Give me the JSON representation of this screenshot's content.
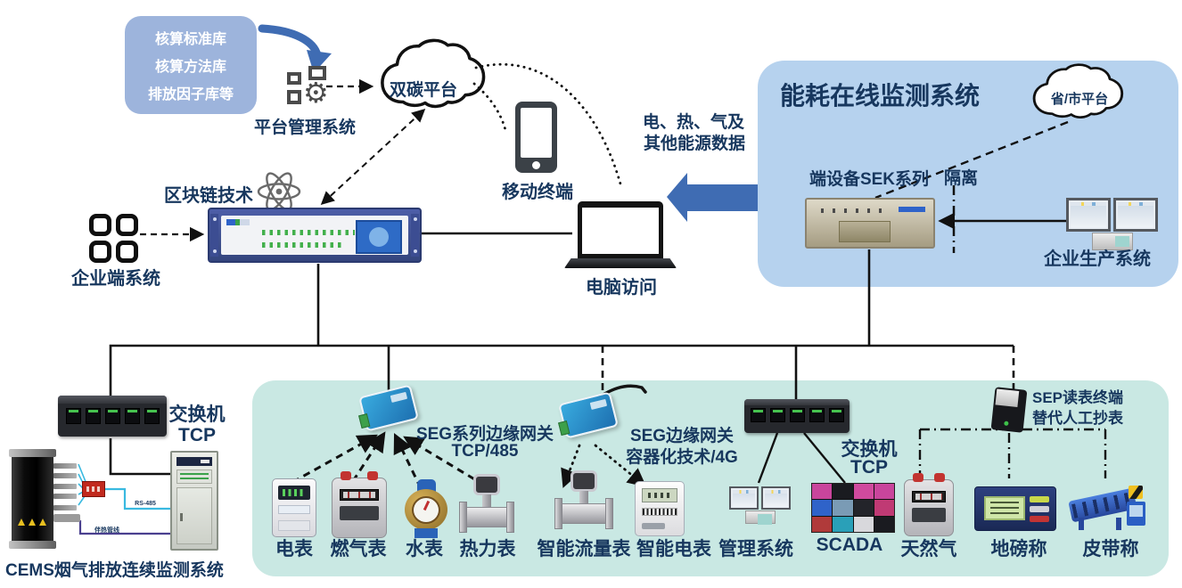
{
  "colors": {
    "navy_text": "#17375e",
    "energy_panel_fill": "#b6d2ee",
    "device_panel_fill": "#c9e8e3",
    "library_box_fill": "#9db4dc",
    "arrow_blue": "#3f6cb3",
    "line_black": "#111111",
    "cable_cyan": "#39b9e0",
    "cable_purple": "#4a3f8f"
  },
  "icons": {
    "gear_glyph": "⚙"
  },
  "top": {
    "library_box_lines": [
      "核算标准库",
      "核算方法库",
      "排放因子库等"
    ],
    "platform_mgmt_label": "平台管理系统",
    "dual_carbon_cloud_label": "双碳平台",
    "blockchain_label": "区块链技术",
    "enterprise_system_label": "企业端系统",
    "mobile_label": "移动终端",
    "pc_access_label": "电脑访问",
    "energy_data_lines": [
      "电、热、气及",
      "其他能源数据"
    ]
  },
  "energy_panel": {
    "title": "能耗在线监测系统",
    "cloud_label": "省/市平台",
    "sek_device_label": "端设备SEK系列",
    "isolation_label": "隔离",
    "production_system_label": "企业生产系统"
  },
  "cems": {
    "switch_label_lines": [
      "交换机",
      "TCP"
    ],
    "rs485_cable_label": "RS-485",
    "heat_trace_cable_label": "伴热管线",
    "caption": "CEMS烟气排放连续监测系统"
  },
  "device_panel": {
    "gateway1_label_lines": [
      "SEG系列边缘网关",
      "TCP/485"
    ],
    "gateway2_label_lines": [
      "SEG边缘网关",
      "容器化技术/4G"
    ],
    "switch_label_lines": [
      "交换机",
      "TCP"
    ],
    "sep_label_lines": [
      "SEP读表终端",
      "替代人工抄表"
    ],
    "device_labels": [
      "电表",
      "燃气表",
      "水表",
      "热力表",
      "智能流量表",
      "智能电表",
      "管理系统",
      "SCADA",
      "天然气",
      "地磅称",
      "皮带称"
    ]
  }
}
